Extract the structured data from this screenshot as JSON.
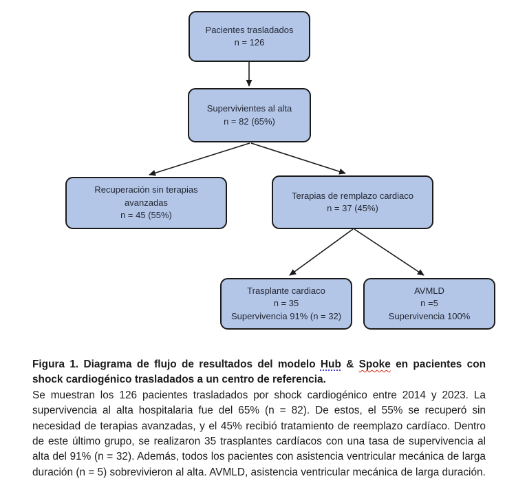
{
  "flowchart": {
    "node_fill_color": "#b4c6e7",
    "node_border_color": "#1a1a1a",
    "arrow_color": "#1a1a1a",
    "nodes": [
      {
        "id": "pacientes-trasladados",
        "lines": [
          "Pacientes trasladados",
          "n = 126"
        ]
      },
      {
        "id": "supervivientes-al-alta",
        "lines": [
          "Supervivientes al alta",
          "n = 82 (65%)"
        ]
      },
      {
        "id": "recuperacion-sin-terapias",
        "lines": [
          "Recuperación sin terapias",
          "avanzadas",
          "n = 45 (55%)"
        ]
      },
      {
        "id": "terapias-de-remplazo",
        "lines": [
          "Terapias de remplazo cardiaco",
          "n = 37 (45%)"
        ]
      },
      {
        "id": "trasplante-cardiaco",
        "lines": [
          "Trasplante cardiaco",
          "n = 35",
          "Supervivencia 91% (n = 32)"
        ]
      },
      {
        "id": "avmld",
        "lines": [
          "AVMLD",
          "n =5",
          "Supervivencia 100%"
        ]
      }
    ]
  },
  "caption": {
    "title_prefix": "Figura 1. Diagrama de flujo de resultados del modelo",
    "title_hub": "Hub",
    "title_amp": "&",
    "title_spoke": "Spoke",
    "title_suffix": "en pacientes con shock cardiogénico trasladados a un centro de referencia.",
    "hub_underline_color": "#4545c8",
    "spoke_underline_color": "#d02810",
    "body": "Se muestran los 126 pacientes trasladados por shock cardiogénico entre 2014 y 2023. La supervivencia al alta hospitalaria fue del 65% (n = 82). De estos, el 55% se recuperó sin necesidad de terapias avanzadas, y el 45% recibió tratamiento de reemplazo cardíaco. Dentro de este último grupo, se realizaron 35 trasplantes cardíacos con una tasa de supervivencia al alta del 91% (n = 32). Además, todos los pacientes con asistencia ventricular mecánica de larga duración (n = 5) sobrevivieron al alta. AVMLD, asistencia ventricular mecánica de larga duración."
  }
}
